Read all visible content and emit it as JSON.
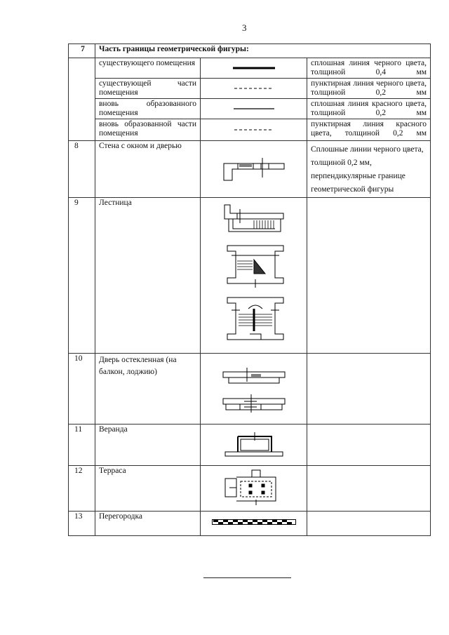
{
  "page_number": "3",
  "rows": [
    {
      "num": "7",
      "title": "Часть границы геометрической фигуры:",
      "sub": [
        {
          "name": "существующего помещения",
          "desc": "сплошная линия черного цвета, толщиной 0,4 мм"
        },
        {
          "name": "существующей части помещения",
          "desc": "пунктирная линия черного цвета, толщиной 0,2 мм"
        },
        {
          "name": "вновь образованного помещения",
          "desc": "сплошная линия красного цвета, толщиной 0,2 мм"
        },
        {
          "name": "вновь образованной части помещения",
          "desc": "пунктирная линия красного цвета, толщиной 0,2 мм"
        }
      ]
    },
    {
      "num": "8",
      "name": "Стена с окном и дверью",
      "desc": "Сплошные линии черного цвета, толщиной 0,2 мм, перпендикулярные границе геометрической фигуры"
    },
    {
      "num": "9",
      "name": "Лестница"
    },
    {
      "num": "10",
      "name": "Дверь остекленная (на балкон, лоджию)"
    },
    {
      "num": "11",
      "name": "Веранда"
    },
    {
      "num": "12",
      "name": "Терраса"
    },
    {
      "num": "13",
      "name": "Перегородка"
    }
  ]
}
